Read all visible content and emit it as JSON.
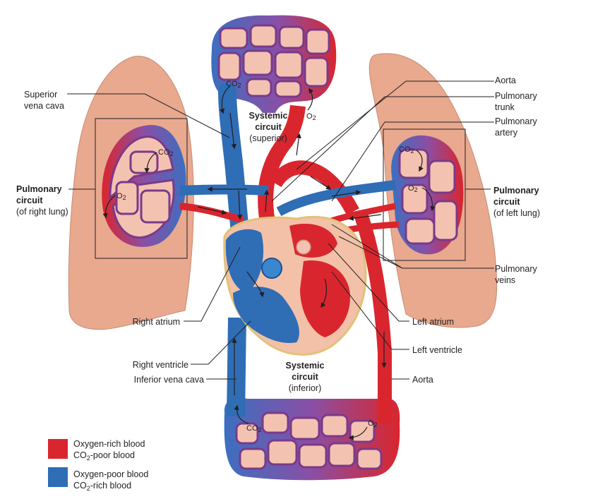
{
  "labels": {
    "aorta_top": "Aorta",
    "pulmonary_trunk_1": "Pulmonary",
    "pulmonary_trunk_2": "trunk",
    "pulmonary_artery_1": "Pulmonary",
    "pulmonary_artery_2": "artery",
    "superior_vc_1": "Superior",
    "superior_vc_2": "vena cava",
    "pul_right_1": "Pulmonary",
    "pul_right_2": "circuit",
    "pul_right_3": "(of right lung)",
    "pul_left_1": "Pulmonary",
    "pul_left_2": "circuit",
    "pul_left_3": "(of left lung)",
    "systemic_sup_1": "Systemic",
    "systemic_sup_2": "circuit",
    "systemic_sup_3": "(superior)",
    "systemic_inf_1": "Systemic",
    "systemic_inf_2": "circuit",
    "systemic_inf_3": "(inferior)",
    "pulmonary_veins_1": "Pulmonary",
    "pulmonary_veins_2": "veins",
    "right_atrium": "Right atrium",
    "left_atrium": "Left atrium",
    "left_ventricle": "Left ventricle",
    "right_ventricle": "Right ventricle",
    "inferior_vc": "Inferior vena cava",
    "aorta_bottom": "Aorta"
  },
  "gases": {
    "co2": "CO",
    "co2_sub": "2",
    "o2": "O",
    "o2_sub": "2"
  },
  "legend": {
    "oxygen_rich_1": "Oxygen-rich blood",
    "oxygen_rich_2a": "CO",
    "oxygen_rich_2b": "2",
    "oxygen_rich_2c": "-poor blood",
    "oxygen_poor_1": "Oxygen-poor blood",
    "oxygen_poor_2a": "CO",
    "oxygen_poor_2b": "2",
    "oxygen_poor_2c": "-rich blood"
  },
  "colors": {
    "oxygen_rich": "#d9262e",
    "oxygen_poor": "#2f6db5",
    "lung": "#e8a98f",
    "capillary_wall": "#7a3a8a",
    "capillary_fill": "#f4c2b0"
  }
}
